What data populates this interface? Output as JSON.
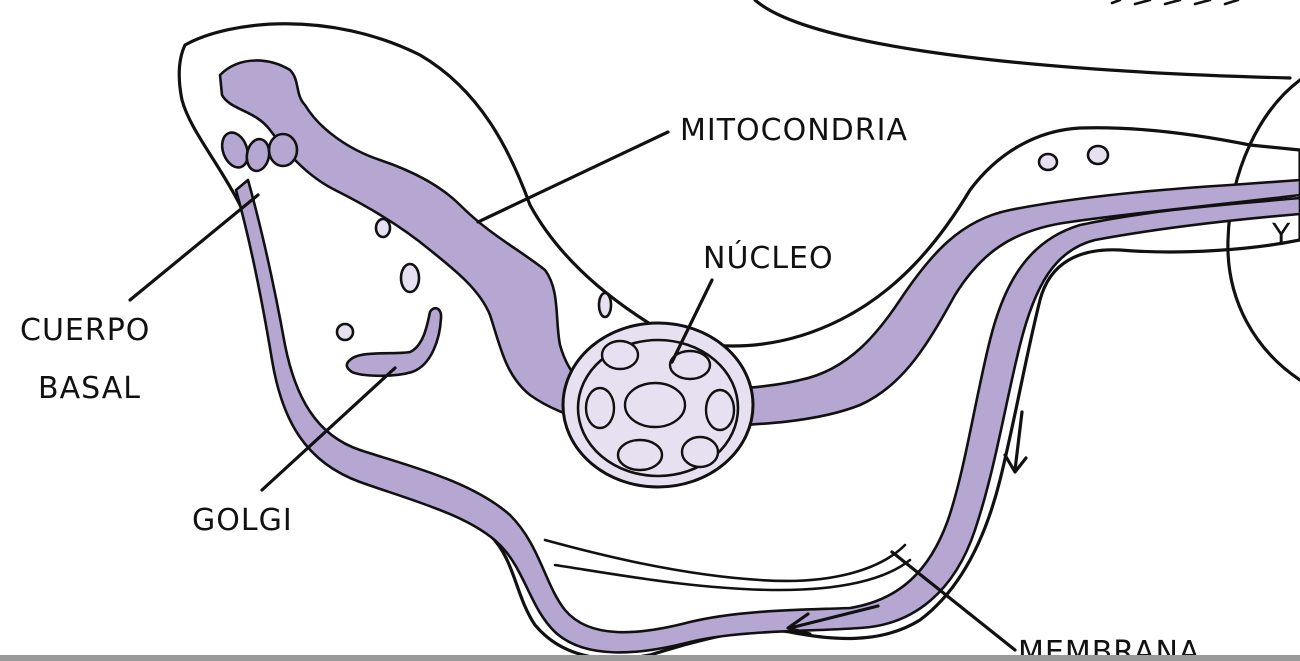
{
  "labels": {
    "mitochondria": "MITOCONDRIA",
    "nucleus": "NÚCLEO",
    "basal_body_line1": "CUERPO",
    "basal_body_line2": "BASAL",
    "golgi": "GOLGI",
    "membrane": "MEMBRANA",
    "speech_fragment": "Y"
  },
  "colors": {
    "cytoplasm": "#e6e0f0",
    "organelle": "#b6a6d2",
    "outline": "#111111",
    "background": "#ffffff"
  },
  "icons": [
    "arrow-down-icon",
    "arrow-left-icon"
  ]
}
